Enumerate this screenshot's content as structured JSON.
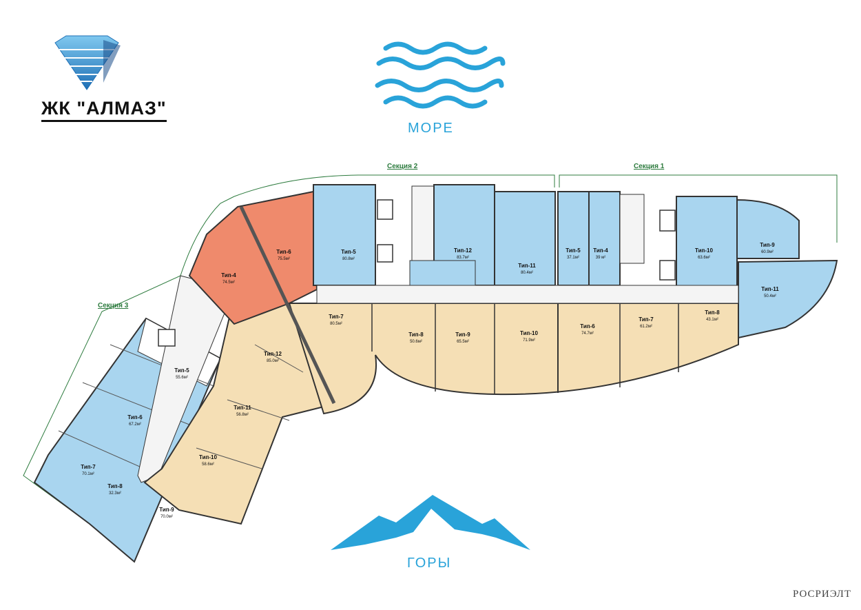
{
  "brand": {
    "title": "ЖК \"АЛМАЗ\""
  },
  "orientation": {
    "sea": "МОРЕ",
    "mountains": "ГОРЫ"
  },
  "sections": {
    "s1": "Секция 1",
    "s2": "Секция 2",
    "s3": "Секция 3"
  },
  "watermark": "РОСРИЭЛТ",
  "colors": {
    "sea_side": "#a9d5ef",
    "mountain_side": "#f5dfb5",
    "highlight": "#ef8a6c",
    "accent": "#29a3d9",
    "section_line": "#2d7b3e"
  },
  "units": [
    {
      "id": "s2-tip6",
      "name": "Тип-6",
      "area": "75.5м²",
      "color": "highlight"
    },
    {
      "id": "s2-tip4",
      "name": "Тип-4",
      "area": "74.5м²",
      "color": "highlight"
    },
    {
      "id": "s2-tip5",
      "name": "Тип-5",
      "area": "80.8м²",
      "color": "sea_side"
    },
    {
      "id": "s2-tip12-top",
      "name": "Тип-12",
      "area": "83.7м²",
      "color": "sea_side"
    },
    {
      "id": "s2-tip11-top",
      "name": "Тип-11",
      "area": "80.4м²",
      "color": "sea_side"
    },
    {
      "id": "s1-tip5",
      "name": "Тип-5",
      "area": "37.1м²",
      "color": "sea_side"
    },
    {
      "id": "s1-tip4",
      "name": "Тип-4",
      "area": "39 м²",
      "color": "sea_side"
    },
    {
      "id": "s1-tip10",
      "name": "Тип-10",
      "area": "63.6м²",
      "color": "sea_side"
    },
    {
      "id": "s1-tip9",
      "name": "Тип-9",
      "area": "60.9м²",
      "color": "sea_side"
    },
    {
      "id": "s1-tip11",
      "name": "Тип-11",
      "area": "50.4м²",
      "color": "sea_side"
    },
    {
      "id": "s2-tip7",
      "name": "Тип-7",
      "area": "80.5м²",
      "color": "mountain_side"
    },
    {
      "id": "s2-tip8",
      "name": "Тип-8",
      "area": "50.6м²",
      "color": "mountain_side"
    },
    {
      "id": "s2-tip9",
      "name": "Тип-9",
      "area": "65.5м²",
      "color": "mountain_side"
    },
    {
      "id": "s2-tip10",
      "name": "Тип-10",
      "area": "71.9м²",
      "color": "mountain_side"
    },
    {
      "id": "s1-tip6",
      "name": "Тип-6",
      "area": "74.7м²",
      "color": "mountain_side"
    },
    {
      "id": "s1-tip7",
      "name": "Тип-7",
      "area": "61.2м²",
      "color": "mountain_side"
    },
    {
      "id": "s1-tip8",
      "name": "Тип-8",
      "area": "43.1м²",
      "color": "mountain_side"
    },
    {
      "id": "s2-tip12-bottom",
      "name": "Тип-12",
      "area": "85.0м²",
      "color": "mountain_side"
    },
    {
      "id": "s2-tip11-bottom",
      "name": "Тип-11",
      "area": "56.8м²",
      "color": "mountain_side"
    },
    {
      "id": "s2-tip10-bottom",
      "name": "Тип-10",
      "area": "58.6м²",
      "color": "mountain_side"
    },
    {
      "id": "s3-tip5",
      "name": "Тип-5",
      "area": "55.6м²",
      "color": "sea_side"
    },
    {
      "id": "s3-tip6",
      "name": "Тип-6",
      "area": "67.2м²",
      "color": "sea_side"
    },
    {
      "id": "s3-tip7",
      "name": "Тип-7",
      "area": "70.1м²",
      "color": "sea_side"
    },
    {
      "id": "s3-tip8",
      "name": "Тип-8",
      "area": "32.3м²",
      "color": "sea_side"
    },
    {
      "id": "s3-tip9",
      "name": "Тип-9",
      "area": "70.0м²",
      "color": "sea_side"
    }
  ]
}
